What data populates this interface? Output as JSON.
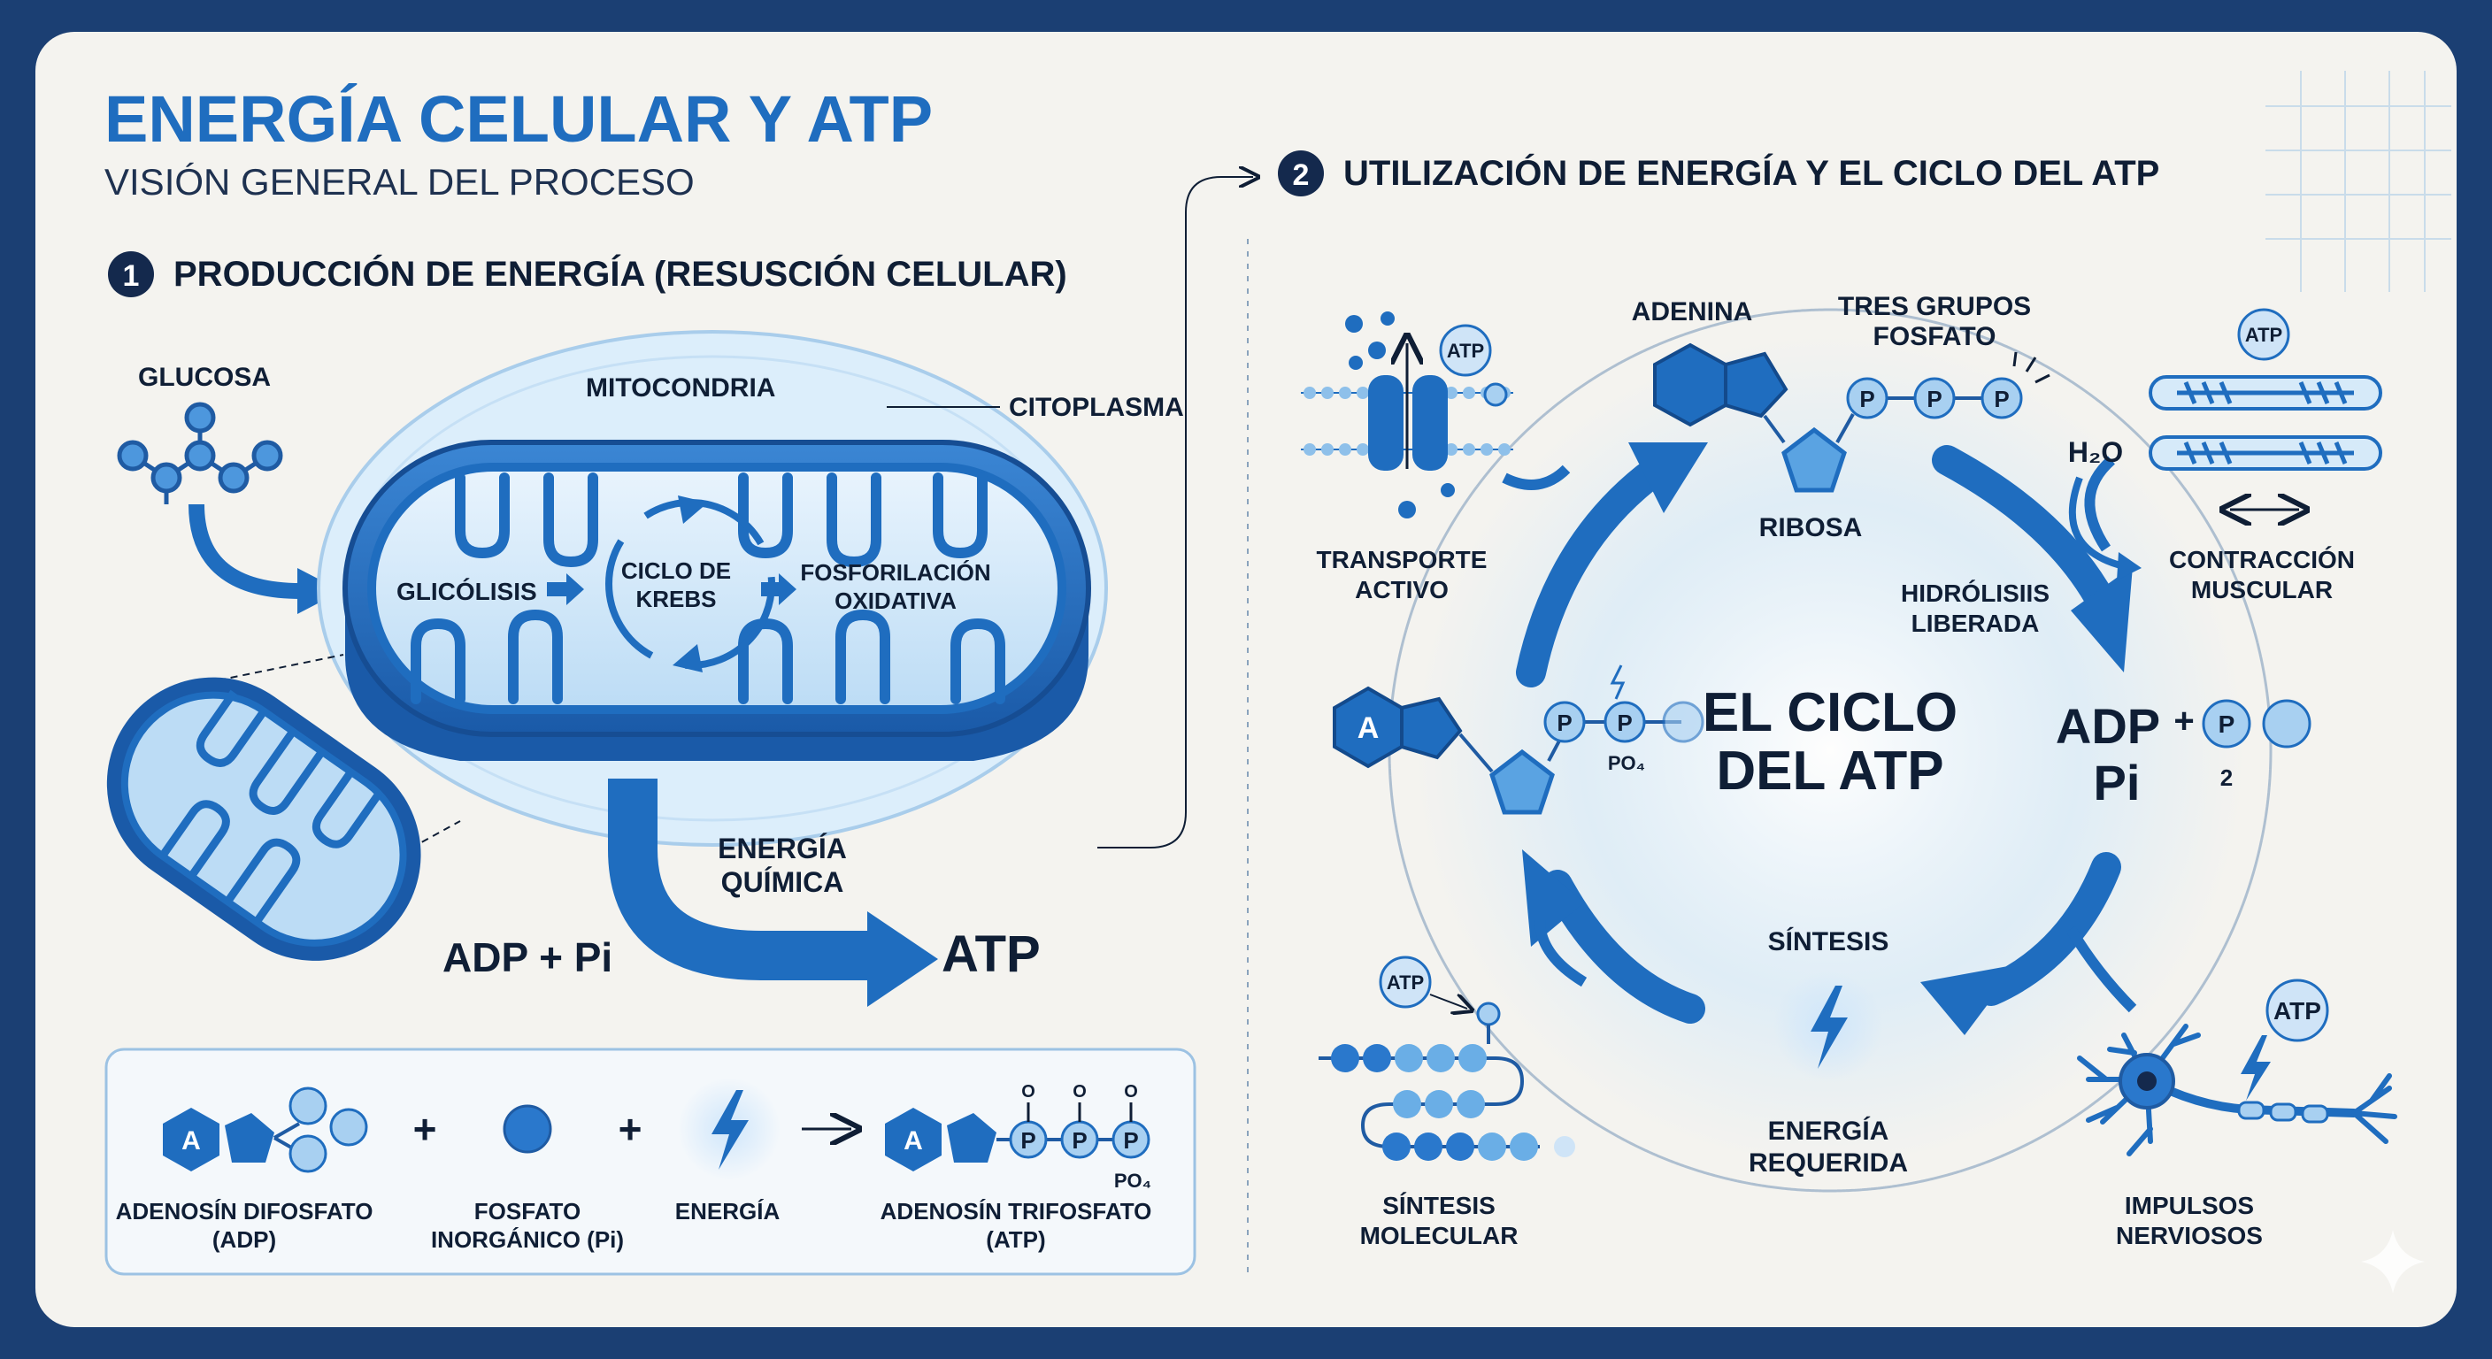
{
  "header": {
    "title": "ENERGÍA CELULAR Y ATP",
    "subtitle": "VISIÓN GENERAL DEL PROCESO"
  },
  "section1": {
    "number": "1",
    "heading": "PRODUCCIÓN DE ENERGÍA (RESUSCIÓN CELULAR)",
    "glucose_label": "GLUCOSA",
    "mitochondria_label": "MITOCONDRIA",
    "cytoplasm_label": "CITOPLASMA",
    "glycolysis_label": "GLICÓLISIS",
    "krebs_label_1": "CICLO DE",
    "krebs_label_2": "KREBS",
    "oxphos_label_1": "FOSFORILACIÓN",
    "oxphos_label_2": "OXIDATIVA",
    "chem_energy_1": "ENERGÍA",
    "chem_energy_2": "QUÍMICA",
    "adp_pi": "ADP + Pi",
    "atp": "ATP"
  },
  "equation": {
    "adenine_letter": "A",
    "plus": "+",
    "phosphate_letter": "P",
    "po4": "PO₄",
    "o_letter": "O",
    "adp_label_1": "ADENOSÍN DIFOSFATO",
    "adp_label_2": "(ADP)",
    "pi_label_1": "FOSFATO",
    "pi_label_2": "INORGÁNICO (Pi)",
    "energy_label": "ENERGÍA",
    "atp_label_1": "ADENOSÍN TRIFOSFATO",
    "atp_label_2": "(ATP)"
  },
  "section2": {
    "number": "2",
    "heading": "UTILIZACIÓN DE ENERGÍA Y EL CICLO DEL ATP",
    "adenine": "ADENINA",
    "phosphate_groups_1": "TRES GRUPOS",
    "phosphate_groups_2": "FOSFATO",
    "ribose": "RIBOSA",
    "hydrolysis_1": "HIDRÓLISIIS",
    "hydrolysis_2": "LIBERADA",
    "cycle_1": "EL CICLO",
    "cycle_2": "DEL ATP",
    "adp": "ADP",
    "pi": "Pi",
    "plus": "+",
    "two": "2",
    "po4": "PO₄",
    "synthesis": "SÍNTESIS",
    "energy_required_1": "ENERGÍA",
    "energy_required_2": "REQUERIDA",
    "water": "H₂O",
    "atp_badge": "ATP",
    "a_letter": "A",
    "p_letter": "P"
  },
  "uses": {
    "transport_1": "TRANSPORTE",
    "transport_2": "ACTIVO",
    "muscle_1": "CONTRACCIÓN",
    "muscle_2": "MUSCULAR",
    "molecular_1": "SÍNTESIS",
    "molecular_2": "MOLECULAR",
    "nerve_1": "IMPULSOS",
    "nerve_2": "NERVIOSOS"
  }
}
